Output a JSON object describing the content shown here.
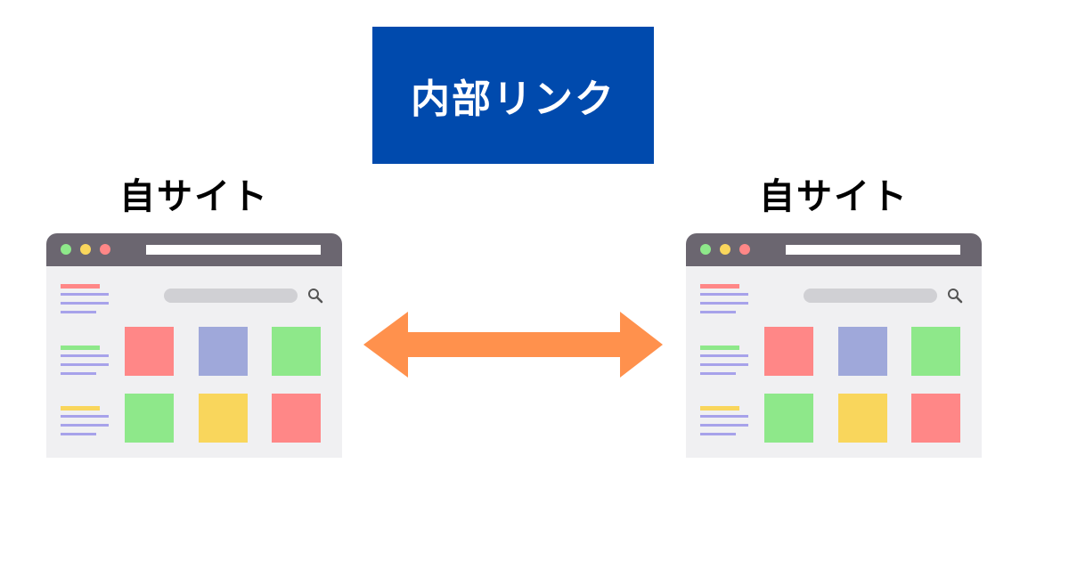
{
  "title": "内部リンク",
  "left_site": {
    "label": "自サイト"
  },
  "right_site": {
    "label": "自サイト"
  },
  "colors": {
    "title_background": "#004aad",
    "arrow": "#ff914d",
    "browser_titlebar": "#6b6670",
    "browser_content": "#f0f0f2",
    "tile_red": "#ff8787",
    "tile_blue": "#9fa8da",
    "tile_green": "#8ee88a",
    "tile_yellow": "#f9d65c"
  }
}
